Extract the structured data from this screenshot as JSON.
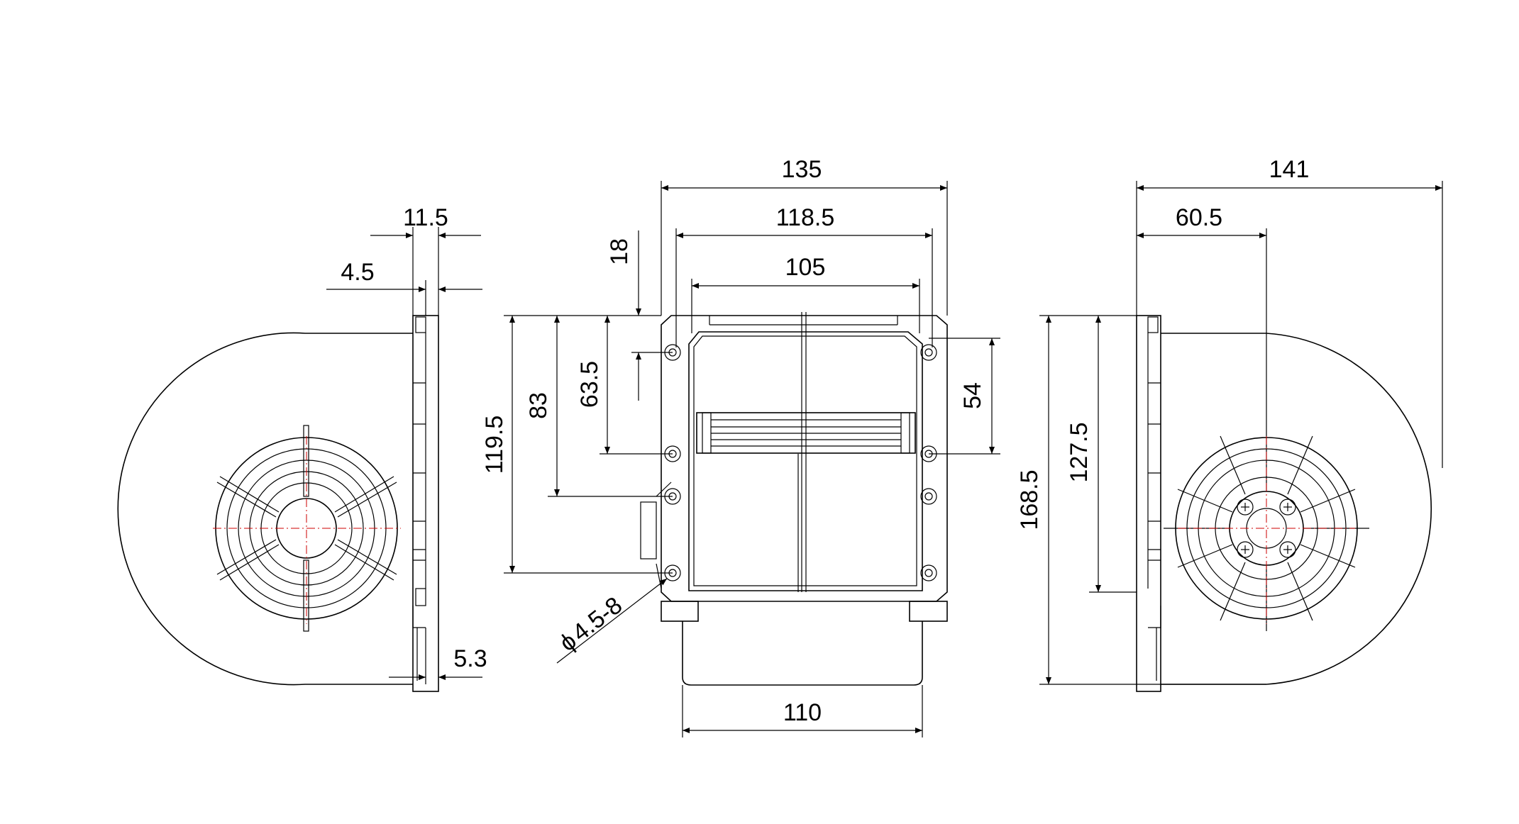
{
  "dimensions": {
    "left_view": {
      "top_width": "11.5",
      "flange": "4.5",
      "bottom_flange": "5.3"
    },
    "front_view": {
      "overall_width": "135",
      "hole_spacing_outer": "118.5",
      "hole_spacing_inner": "105",
      "top_offset": "18",
      "total_hole_height": "119.5",
      "mid_hole_height": "83",
      "upper_hole_height": "63.5",
      "right_hole_spacing": "54",
      "hole_diameter": "4.5-8",
      "bottom_width": "110"
    },
    "right_view": {
      "overall_width": "141",
      "axis_offset": "60.5",
      "overall_height": "168.5",
      "flange_height": "127.5"
    }
  },
  "symbols": {
    "diameter": "ϕ"
  },
  "colors": {
    "line": "#000000",
    "centerline": "#cc0000",
    "background": "#ffffff"
  }
}
